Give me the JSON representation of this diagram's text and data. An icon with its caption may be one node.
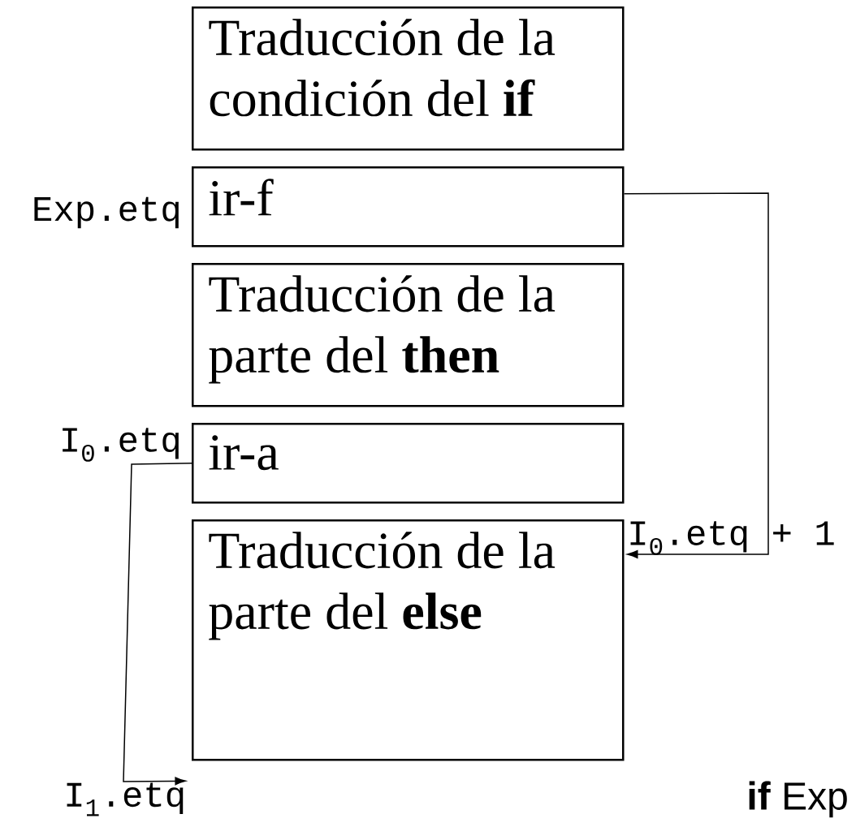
{
  "diagram": {
    "nodes": [
      {
        "text": [
          "Traducción de la condición del **if**"
        ]
      },
      {
        "text": [
          "ir-f"
        ]
      },
      {
        "text": [
          "Traducción de la parte del **then**"
        ]
      },
      {
        "text": [
          "ir-a"
        ]
      },
      {
        "text": [
          "Traducción de la parte del **else**"
        ]
      },
      {
        "text": [
          "I$_{1}$.etq"
        ]
      }
    ],
    "edges": [
      {
        "from": 1,
        "to": 4,
        "arrow": "to"
      },
      {
        "from": 3,
        "to": 5,
        "arrow": "to"
      }
    ],
    "labels": [
      "Exp.etq",
      "I$_{0}$.etq",
      "I$_{0}$.etq + 1",
      "**if** Exp"
    ]
  }
}
